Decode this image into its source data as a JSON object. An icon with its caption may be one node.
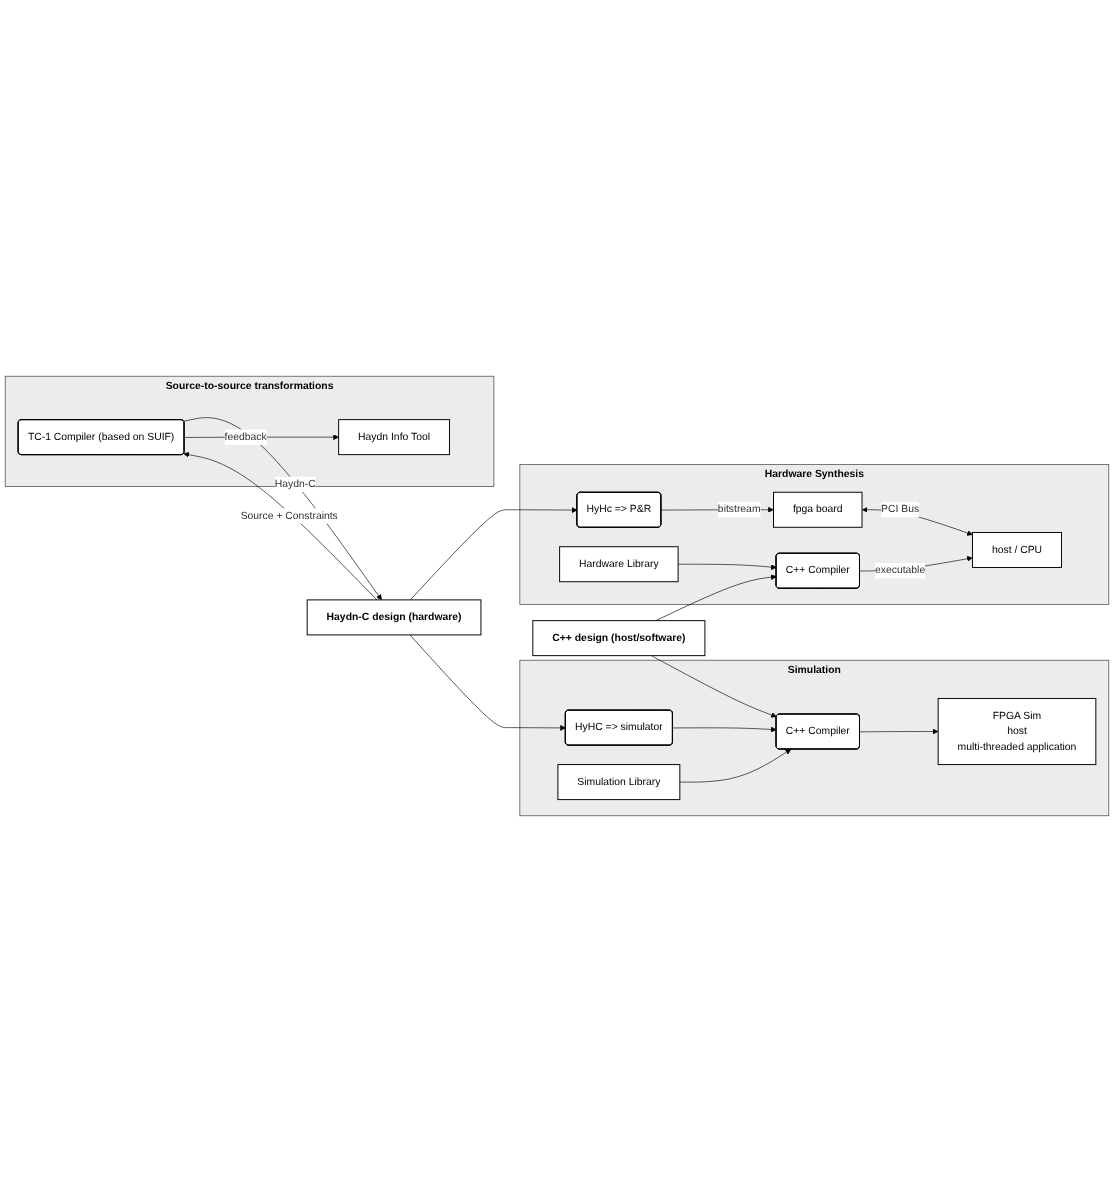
{
  "diagram": {
    "nodes": [
      {
        "text": [
          "Source-to-source transformations"
        ]
      },
      {
        "text": [
          "TC-1 Compiler (based on SUIF)"
        ],
        "in": 0
      },
      {
        "text": [
          "Haydn Info Tool"
        ],
        "in": 0
      },
      {
        "text": [
          "Haydn-C design (hardware)"
        ]
      },
      {
        "text": [
          "Hardware Synthesis"
        ]
      },
      {
        "text": [
          "HyHc => P&R"
        ],
        "in": 4
      },
      {
        "text": [
          "fpga board"
        ],
        "in": 4
      },
      {
        "text": [
          "C++ Compiler"
        ],
        "in": 4
      },
      {
        "text": [
          "host / CPU"
        ],
        "in": 4
      },
      {
        "text": [
          "Hardware Library"
        ],
        "in": 4
      },
      {
        "text": [
          "Simulation"
        ]
      },
      {
        "text": [
          "HyHC => simulator"
        ],
        "in": 10
      },
      {
        "text": [
          "C++ design (host/software)"
        ]
      },
      {
        "text": [
          "C++ Compiler"
        ],
        "in": 10
      },
      {
        "text": [
          "FPGA Sim",
          "host",
          "multi-threaded application"
        ],
        "in": 10
      },
      {
        "text": [
          "Simulation Library"
        ],
        "in": 10
      }
    ],
    "edges": [
      {
        "from": 1,
        "to": 3,
        "arrow": "to",
        "label": "Haydn-C"
      },
      {
        "from": 3,
        "to": 1,
        "arrow": "to",
        "label": "Source + Constraints"
      },
      {
        "from": 1,
        "to": 2,
        "arrow": "to",
        "label": "feedback"
      },
      {
        "from": 3,
        "to": 5,
        "arrow": "to"
      },
      {
        "from": 5,
        "to": 6,
        "arrow": "to",
        "label": "bitstream"
      },
      {
        "from": 6,
        "to": 8,
        "arrow": "both",
        "label": "PCI Bus"
      },
      {
        "from": 7,
        "to": 8,
        "arrow": "to",
        "label": "executable"
      },
      {
        "from": 9,
        "to": 7,
        "arrow": "to"
      },
      {
        "from": 12,
        "to": 7,
        "arrow": "to"
      },
      {
        "from": 3,
        "to": 11,
        "arrow": "to"
      },
      {
        "from": 11,
        "to": 13,
        "arrow": "to"
      },
      {
        "from": 12,
        "to": 13,
        "arrow": "to"
      },
      {
        "from": 15,
        "to": 13,
        "arrow": "to"
      },
      {
        "from": 13,
        "to": 14,
        "arrow": "to"
      }
    ]
  }
}
